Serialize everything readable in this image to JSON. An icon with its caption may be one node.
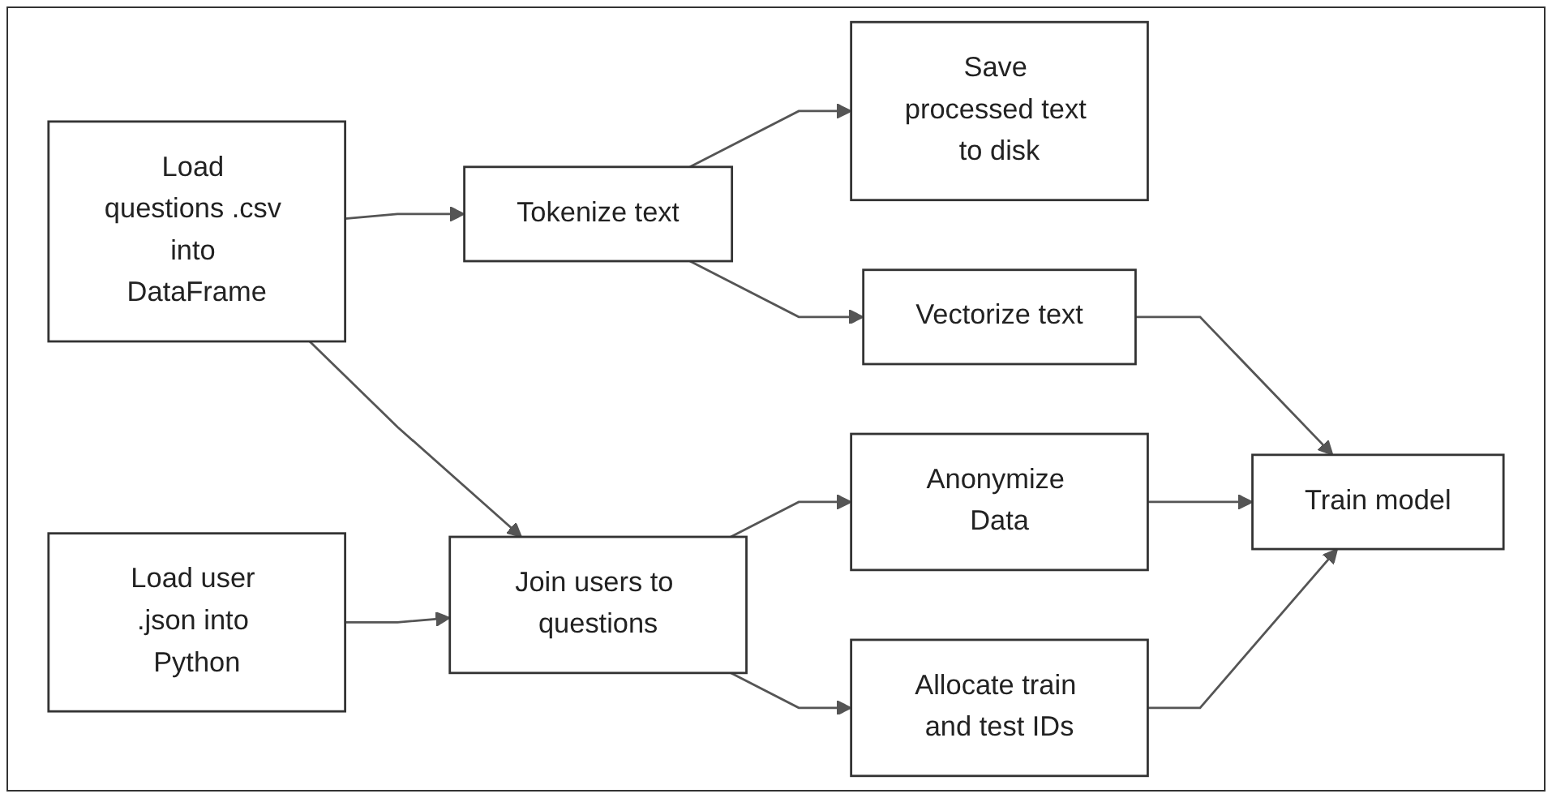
{
  "diagram": {
    "nodes": [
      {
        "text": [
          "Load questions .csv into DataFrame"
        ]
      },
      {
        "text": [
          "Load user .json into Python"
        ]
      },
      {
        "text": [
          "Tokenize text"
        ]
      },
      {
        "text": [
          "Join users to questions"
        ]
      },
      {
        "text": [
          "Save processed text to disk"
        ]
      },
      {
        "text": [
          "Vectorize text"
        ]
      },
      {
        "text": [
          "Anonymize Data"
        ]
      },
      {
        "text": [
          "Allocate train and test IDs"
        ]
      },
      {
        "text": [
          "Train model"
        ]
      }
    ],
    "edges": [
      {
        "from": 0,
        "to": 2,
        "arrow": "to"
      },
      {
        "from": 0,
        "to": 3,
        "arrow": "to"
      },
      {
        "from": 1,
        "to": 3,
        "arrow": "to"
      },
      {
        "from": 2,
        "to": 4,
        "arrow": "to"
      },
      {
        "from": 2,
        "to": 5,
        "arrow": "to"
      },
      {
        "from": 3,
        "to": 6,
        "arrow": "to"
      },
      {
        "from": 3,
        "to": 7,
        "arrow": "to"
      },
      {
        "from": 5,
        "to": 8,
        "arrow": "to"
      },
      {
        "from": 6,
        "to": 8,
        "arrow": "to"
      },
      {
        "from": 7,
        "to": 8,
        "arrow": "to"
      }
    ]
  }
}
